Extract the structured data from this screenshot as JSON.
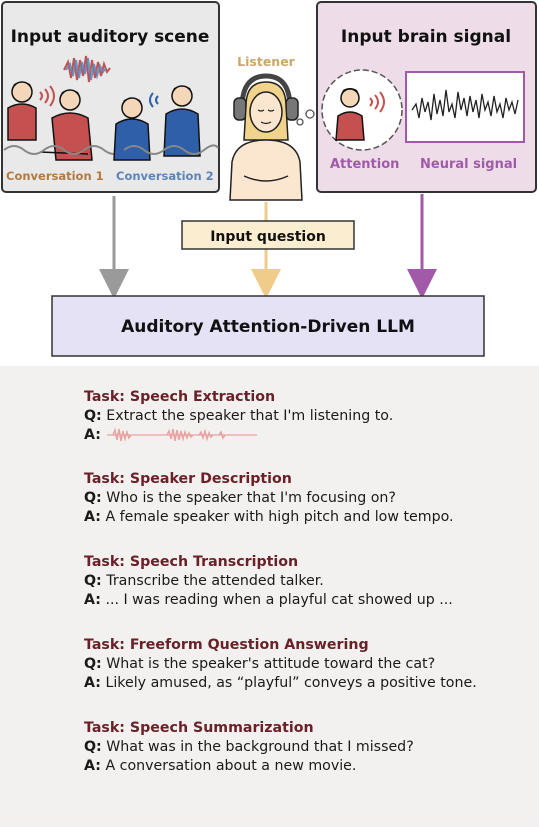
{
  "diagram": {
    "auditory_scene_title": "Input auditory scene",
    "conversation_1": "Conversation 1",
    "conversation_2": "Conversation 2",
    "listener": "Listener",
    "brain_signal_title": "Input brain signal",
    "attention": "Attention",
    "neural_signal": "Neural signal",
    "input_question": "Input question",
    "llm": "Auditory Attention-Driven LLM",
    "colors": {
      "scene_box": "#e9e9e9",
      "brain_box": "#eedde9",
      "brain_border": "#a05aa8",
      "conv1": "#b4793e",
      "conv2": "#5b85b8",
      "listener": "#c9a86a",
      "question_box": "#fbedd0",
      "llm_box": "#e5e2f5",
      "speaker_red": "#c4514f",
      "speaker_blue": "#2f5fa8"
    }
  },
  "tasks": [
    {
      "title": "Task: Speech Extraction",
      "q_label": "Q:",
      "q": "Extract the speaker that I'm listening to.",
      "a_label": "A:",
      "a": ""
    },
    {
      "title": "Task: Speaker Description",
      "q_label": "Q:",
      "q": "Who is the speaker that I'm focusing on?",
      "a_label": "A:",
      "a": "A female speaker with high pitch and low tempo."
    },
    {
      "title": "Task: Speech Transcription",
      "q_label": "Q:",
      "q": "Transcribe the attended talker.",
      "a_label": "A:",
      "a": "... I was reading when a playful cat showed up ..."
    },
    {
      "title": "Task: Freeform Question Answering",
      "q_label": "Q:",
      "q": "What is the speaker's attitude toward the cat?",
      "a_label": "A:",
      "a": "Likely amused, as “playful” conveys a positive tone."
    },
    {
      "title": "Task: Speech Summarization",
      "q_label": "Q:",
      "q": "What was in the background that I missed?",
      "a_label": "A:",
      "a": "A conversation about a new movie."
    }
  ]
}
